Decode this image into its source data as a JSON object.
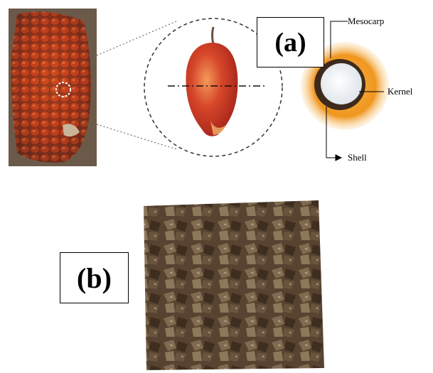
{
  "panels": {
    "a": {
      "label": "(a)"
    },
    "b": {
      "label": "(b)"
    }
  },
  "annotations": {
    "mesocarp": "Mesocarp",
    "kernel": "Kernel",
    "shell": "Shell"
  },
  "colors": {
    "fruit_red": "#c8371a",
    "fruit_orange": "#e8741c",
    "mesocarp_orange": "#f3a23a",
    "shell_dark": "#3e2a1c",
    "kernel_white": "#f4f6f8",
    "palm_shell_brown": "#6b5640"
  }
}
